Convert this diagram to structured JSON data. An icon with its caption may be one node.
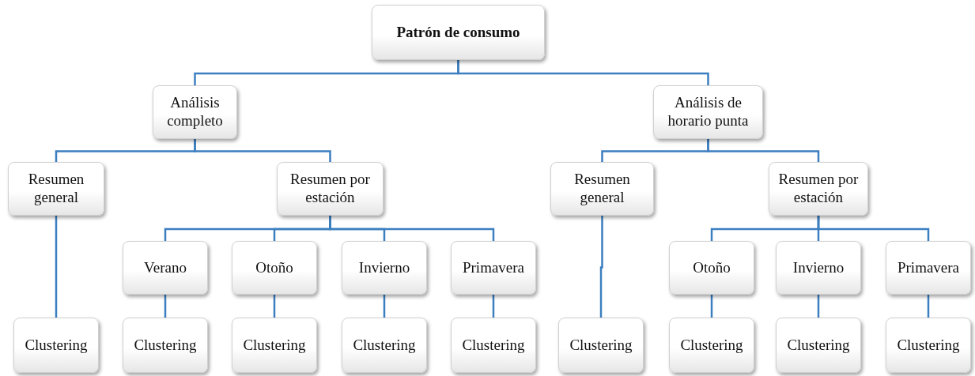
{
  "diagram": {
    "nodes": [
      {
        "text": [
          "Patrón de consumo"
        ]
      },
      {
        "text": [
          "Análisis completo"
        ]
      },
      {
        "text": [
          "Análisis de horario punta"
        ]
      },
      {
        "text": [
          "Resumen general"
        ]
      },
      {
        "text": [
          "Resumen por estación"
        ]
      },
      {
        "text": [
          "Verano"
        ]
      },
      {
        "text": [
          "Otoño"
        ]
      },
      {
        "text": [
          "Invierno"
        ]
      },
      {
        "text": [
          "Primavera"
        ]
      },
      {
        "text": [
          "Resumen general"
        ]
      },
      {
        "text": [
          "Resumen por estación"
        ]
      },
      {
        "text": [
          "Otoño"
        ]
      },
      {
        "text": [
          "Invierno"
        ]
      },
      {
        "text": [
          "Primavera"
        ]
      },
      {
        "text": [
          "Clustering"
        ]
      },
      {
        "text": [
          "Clustering"
        ]
      },
      {
        "text": [
          "Clustering"
        ]
      },
      {
        "text": [
          "Clustering"
        ]
      },
      {
        "text": [
          "Clustering"
        ]
      },
      {
        "text": [
          "Clustering"
        ]
      },
      {
        "text": [
          "Clustering"
        ]
      },
      {
        "text": [
          "Clustering"
        ]
      },
      {
        "text": [
          "Clustering"
        ]
      }
    ],
    "edges": [
      {
        "from": 0,
        "to": 1,
        "arrow": "none"
      },
      {
        "from": 0,
        "to": 2,
        "arrow": "none"
      },
      {
        "from": 1,
        "to": 3,
        "arrow": "none"
      },
      {
        "from": 1,
        "to": 4,
        "arrow": "none"
      },
      {
        "from": 4,
        "to": 5,
        "arrow": "none"
      },
      {
        "from": 4,
        "to": 6,
        "arrow": "none"
      },
      {
        "from": 4,
        "to": 7,
        "arrow": "none"
      },
      {
        "from": 4,
        "to": 8,
        "arrow": "none"
      },
      {
        "from": 2,
        "to": 9,
        "arrow": "none"
      },
      {
        "from": 2,
        "to": 10,
        "arrow": "none"
      },
      {
        "from": 10,
        "to": 11,
        "arrow": "none"
      },
      {
        "from": 10,
        "to": 12,
        "arrow": "none"
      },
      {
        "from": 10,
        "to": 13,
        "arrow": "none"
      },
      {
        "from": 3,
        "to": 14,
        "arrow": "none"
      },
      {
        "from": 5,
        "to": 15,
        "arrow": "none"
      },
      {
        "from": 6,
        "to": 16,
        "arrow": "none"
      },
      {
        "from": 7,
        "to": 17,
        "arrow": "none"
      },
      {
        "from": 8,
        "to": 18,
        "arrow": "none"
      },
      {
        "from": 9,
        "to": 19,
        "arrow": "none"
      },
      {
        "from": 11,
        "to": 20,
        "arrow": "none"
      },
      {
        "from": 12,
        "to": 21,
        "arrow": "none"
      },
      {
        "from": 13,
        "to": 22,
        "arrow": "none"
      }
    ]
  }
}
